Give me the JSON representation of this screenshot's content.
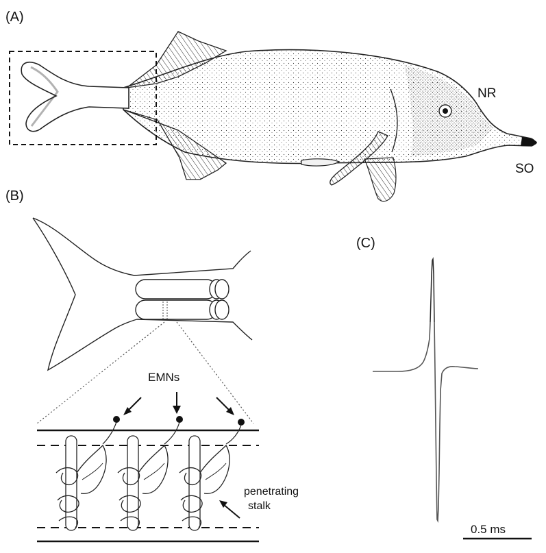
{
  "panel_a": {
    "label": "(A)",
    "nr_label": "NR",
    "so_label": "SO"
  },
  "panel_b": {
    "label": "(B)",
    "emn_label": "EMNs",
    "stalk_label_line1": "penetrating",
    "stalk_label_line2": "stalk"
  },
  "panel_c": {
    "label": "(C)",
    "scale_label": "0.5 ms"
  }
}
